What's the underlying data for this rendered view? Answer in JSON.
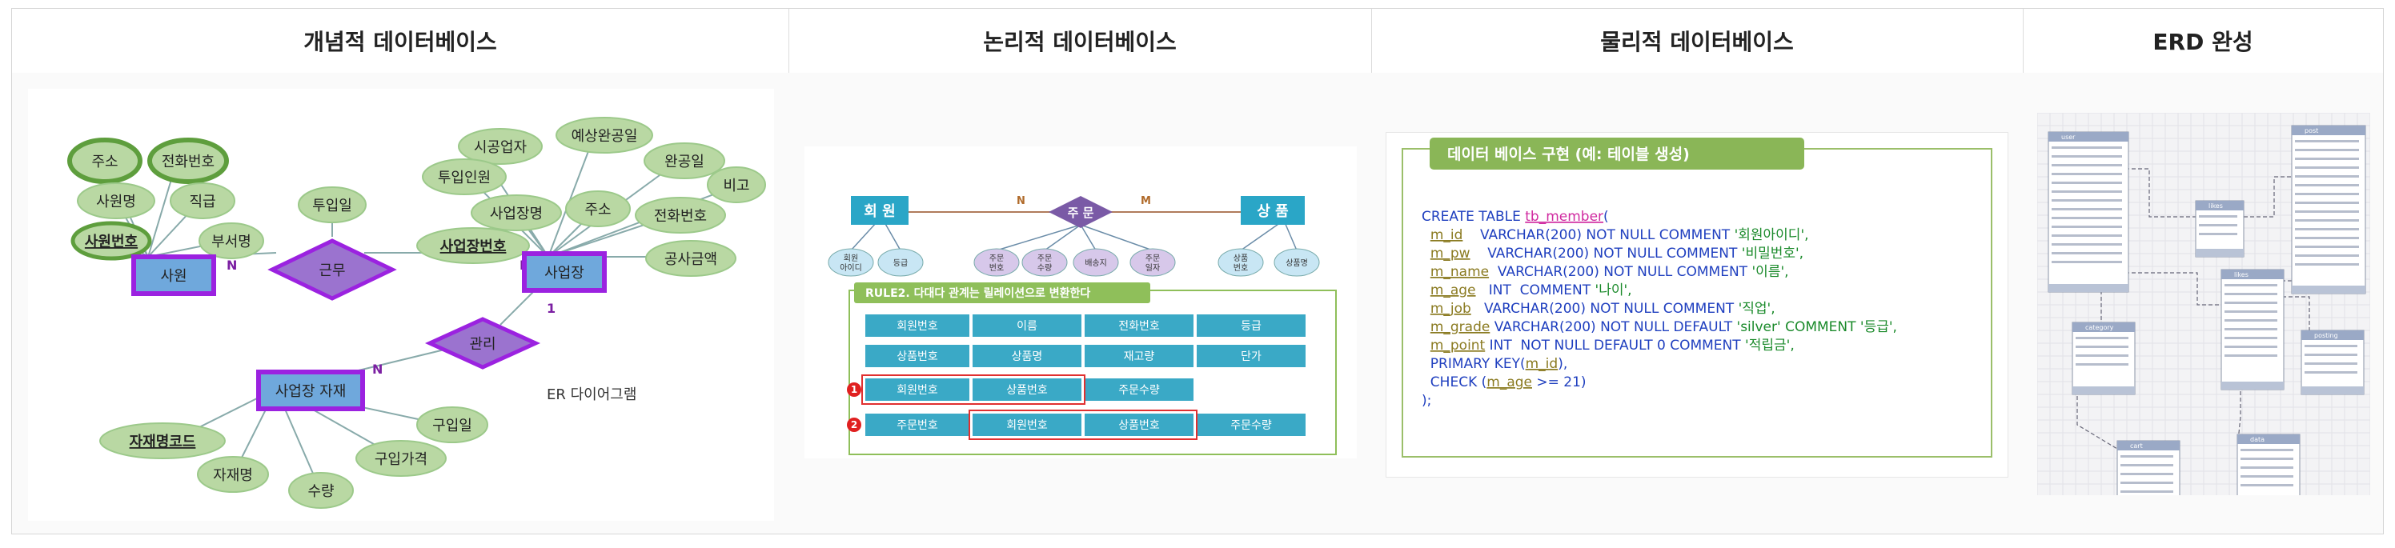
{
  "headers": [
    "개념적 데이터베이스",
    "논리적 데이터베이스",
    "물리적 데이터베이스",
    "ERD 완성"
  ],
  "conceptual": {
    "entities": {
      "member": "사원",
      "site": "사업장",
      "material": "사업장 자재"
    },
    "relations": {
      "work": "근무",
      "manage": "관리"
    },
    "card_n1": "N",
    "card_m": "M",
    "card_n2": "N",
    "card_1": "1",
    "attrs_member": [
      "주소",
      "전화번호",
      "사원명",
      "직급",
      "사원번호",
      "부서명"
    ],
    "attr_work": "투입일",
    "attrs_site": [
      "시공업자",
      "예상완공일",
      "투입인원",
      "완공일",
      "비고",
      "사업장명",
      "주소",
      "사업장번호",
      "전화번호",
      "공사금액"
    ],
    "attrs_material": [
      "자재명코드",
      "구입일",
      "자재명",
      "구입가격",
      "수량"
    ],
    "caption": "ER 다이어그램"
  },
  "logical": {
    "entity_left": "회 원",
    "relation": "주 문",
    "entity_right": "상 품",
    "card_n": "N",
    "card_m": "M",
    "attrs": [
      "회원\n아이디",
      "등급",
      "주문\n번호",
      "주문\n수량",
      "배송지",
      "주문\n일자",
      "상품\n번호",
      "상품명"
    ],
    "rule_title": "RULE2. 다대다 관계는 릴레이션으로 변환한다",
    "row1": [
      "회원번호",
      "이름",
      "전화번호",
      "등급"
    ],
    "row2": [
      "상품번호",
      "상품명",
      "재고량",
      "단가"
    ],
    "row3": [
      "회원번호",
      "상품번호",
      "주문수량"
    ],
    "row4": [
      "주문번호",
      "회원번호",
      "상품번호",
      "주문수량"
    ],
    "marker1": "1",
    "marker2": "2"
  },
  "physical": {
    "title": "데이터 베이스 구현 (예: 테이블 생성)",
    "code": [
      {
        "k": "CREATE TABLE ",
        "n": "tb_member",
        "r": "("
      },
      {
        "k": "  ",
        "n": "m_id",
        "r": "    VARCHAR(200) NOT NULL COMMENT ",
        "s": "'회원아이디',"
      },
      {
        "k": "  ",
        "n": "m_pw",
        "r": "    VARCHAR(200) NOT NULL COMMENT ",
        "s": "'비밀번호',"
      },
      {
        "k": "  ",
        "n": "m_name",
        "r": "  VARCHAR(200) NOT NULL COMMENT ",
        "s": "'이름',"
      },
      {
        "k": "  ",
        "n": "m_age",
        "r": "   INT  COMMENT ",
        "s": "'나이',"
      },
      {
        "k": "  ",
        "n": "m_job",
        "r": "   VARCHAR(200) NOT NULL COMMENT ",
        "s": "'직업',"
      },
      {
        "k": "  ",
        "n": "m_grade",
        "r": " VARCHAR(200) NOT NULL DEFAULT ",
        "s": "'silver' COMMENT '등급',"
      },
      {
        "k": "  ",
        "n": "m_point",
        "r": " INT  NOT NULL DEFAULT 0 COMMENT ",
        "s": "'적립금',"
      },
      {
        "k": "  PRIMARY KEY(",
        "n": "m_id",
        "r": "),"
      },
      {
        "k": "  CHECK (",
        "n": "m_age",
        "r": " >= 21)"
      },
      {
        "k": ");",
        "n": "",
        "r": ""
      }
    ]
  },
  "erd": {
    "tables": [
      "user",
      "likes",
      "post",
      "category",
      "likes",
      "posting",
      "cart",
      "data"
    ]
  }
}
